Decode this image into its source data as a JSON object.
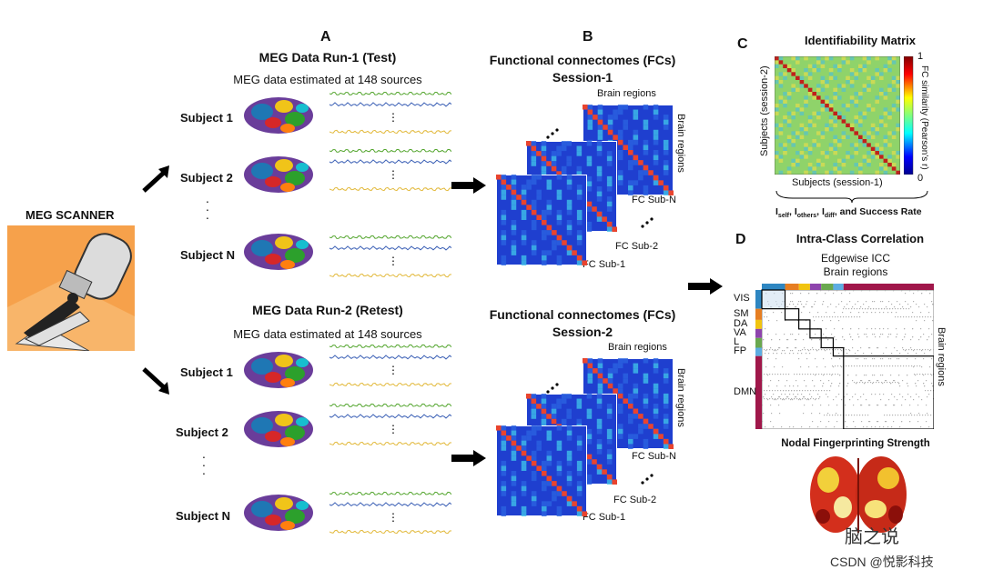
{
  "scanner": {
    "label": "MEG SCANNER"
  },
  "panel_a": {
    "letter": "A",
    "run1": {
      "title": "MEG Data Run-1 (Test)",
      "subtitle": "MEG data estimated at 148 sources"
    },
    "run2": {
      "title": "MEG Data Run-2 (Retest)",
      "subtitle": "MEG data estimated at 148 sources"
    },
    "subjects": [
      "Subject 1",
      "Subject 2",
      "Subject N"
    ],
    "ellipsis": "⋮",
    "row_dots": "⋮"
  },
  "panel_b": {
    "letter": "B",
    "session1": {
      "title": "Functional connectomes (FCs)",
      "session": "Session-1"
    },
    "session2": {
      "title": "Functional connectomes (FCs)",
      "session": "Session-2"
    },
    "brain_regions_top": "Brain regions",
    "brain_regions_side": "Brain regions",
    "fc_labels": [
      "FC Sub-N",
      "FC Sub-2",
      "FC Sub-1"
    ],
    "stack_dots": "•\n•\n•"
  },
  "panel_c": {
    "letter": "C",
    "title": "Identifiability Matrix",
    "ylabel": "Subjects (session-2)",
    "xlabel": "Subjects (session-1)",
    "colorbar_label": "FC similarity (Pearson's r)",
    "colorbar_max": "1",
    "colorbar_min": "0",
    "metrics_self": "I",
    "metrics_text": "self, I others, I diff, and Success Rate",
    "metrics": [
      "self",
      "others",
      "diff"
    ],
    "metrics_tail": "and Success Rate"
  },
  "panel_d": {
    "letter": "D",
    "title": "Intra-Class Correlation",
    "subtitle": "Edgewise ICC",
    "brain_regions_top": "Brain regions",
    "brain_regions_side": "Brain regions",
    "networks": [
      "VIS",
      "SM",
      "DA",
      "VA",
      "L",
      "FP",
      "DMN"
    ],
    "network_colors": [
      "#2e86c1",
      "#e67e22",
      "#f1c40f",
      "#8e44ad",
      "#6aa84f",
      "#5dade2",
      "#a0174a"
    ],
    "fingerprint_title": "Nodal Fingerprinting Strength"
  },
  "watermark": {
    "line1": "脑之说",
    "line2": "CSDN @悦影科技"
  }
}
